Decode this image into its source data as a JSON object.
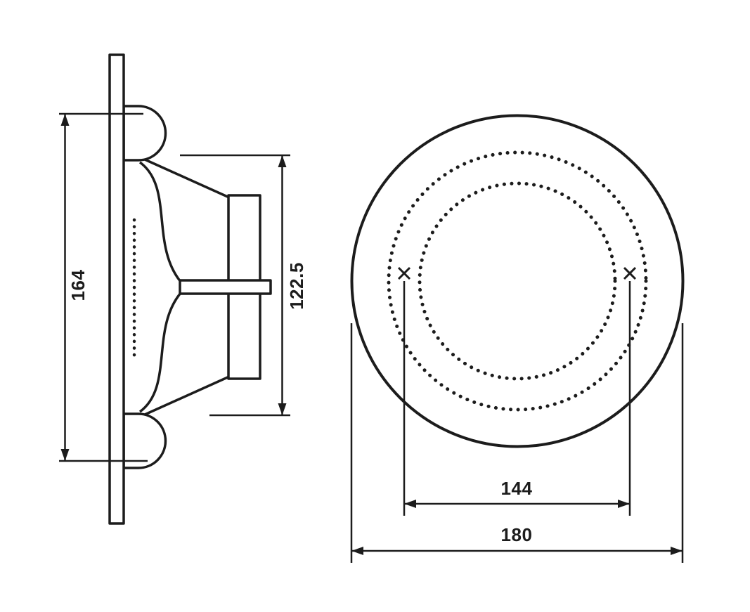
{
  "drawing": {
    "background_color": "#ffffff",
    "line_color": "#1c1c1c",
    "side_view": {
      "dim_overall_height": "164",
      "dim_body_height": "122.5"
    },
    "front_view": {
      "dim_mounting_circle": "144",
      "dim_outer_diameter": "180"
    }
  }
}
